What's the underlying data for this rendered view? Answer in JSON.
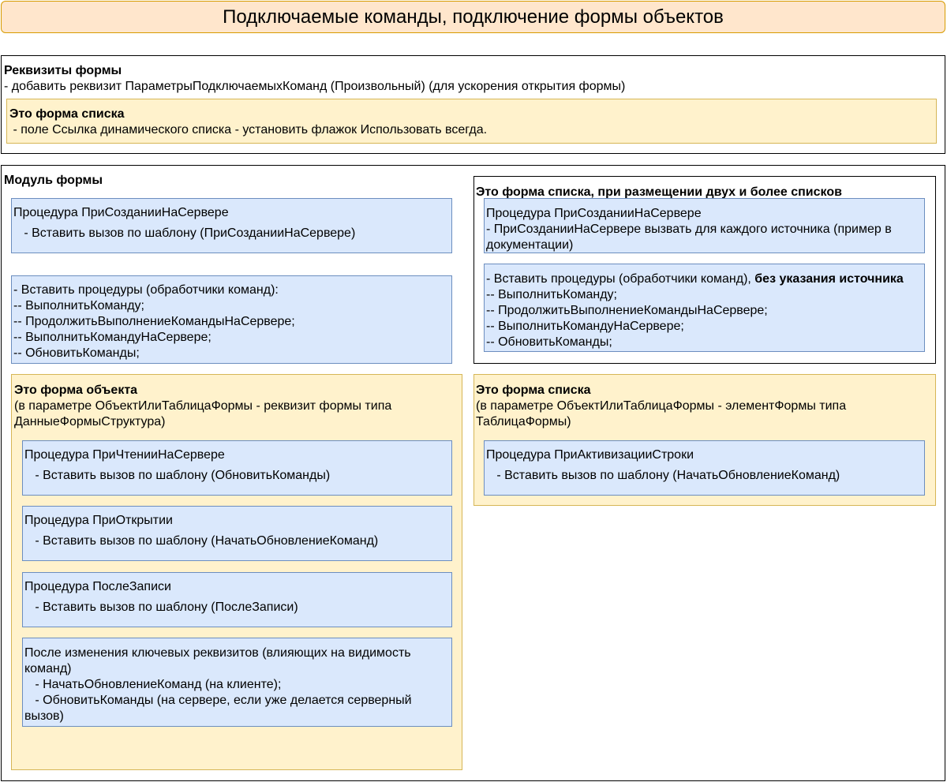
{
  "title": "Подключаемые команды, подключение формы объектов",
  "form_attributes": {
    "header": "Реквизиты формы",
    "line": "- добавить реквизит ПараметрыПодключаемыхКоманд (Произвольный) (для ускорения открытия формы)",
    "list_form": {
      "header": "Это форма списка",
      "line": " - поле Ссылка динамического списка - установить флажок Использовать всегда."
    }
  },
  "form_module": {
    "header": "Модуль формы",
    "on_create": {
      "line1": "Процедура ПриСозданииНаСервере",
      "line2": "   - Вставить вызов по шаблону (ПриСозданииНаСервере)"
    },
    "handlers": {
      "lines": [
        "- Вставить процедуры (обработчики команд):",
        "-- ВыполнитьКоманду;",
        "-- ПродолжитьВыполнениеКомандыНаСервере;",
        "-- ВыполнитьКомандуНаСервере;",
        "-- ОбновитьКоманды;"
      ]
    },
    "object_form": {
      "header": "Это форма объекта",
      "subtitle": "(в параметре ОбъектИлиТаблицаФормы - реквизит формы типа ДанныеФормыСтруктура)",
      "read": {
        "line1": "Процедура ПриЧтенииНаСервере",
        "line2": "   - Вставить вызов по шаблону (ОбновитьКоманды)"
      },
      "open": {
        "line1": "Процедура ПриОткрытии",
        "line2": "   - Вставить вызов по шаблону (НачатьОбновлениеКоманд)"
      },
      "after_write": {
        "line1": "Процедура ПослеЗаписи",
        "line2": "   - Вставить вызов по шаблону (ПослеЗаписи)"
      },
      "after_change": {
        "line1": "После изменения ключевых реквизитов (влияющих на видимость команд)",
        "line2": "   - НачатьОбновлениеКоманд (на клиенте);",
        "line3": "   - ОбновитьКоманды (на сервере, если уже делается серверный вызов)"
      }
    },
    "multi_list": {
      "header": "Это форма списка, при размещении двух и более списков",
      "on_create": {
        "line1": "Процедура ПриСозданииНаСервере",
        "line2": "- ПриСозданииНаСервере вызвать для каждого источника (пример в документации)"
      },
      "handlers": {
        "line1_prefix": "- Вставить процедуры (обработчики команд), ",
        "line1_bold": "без указания источника",
        "lines": [
          "-- ВыполнитьКоманду;",
          "-- ПродолжитьВыполнениеКомандыНаСервере;",
          "-- ВыполнитьКомандуНаСервере;",
          "-- ОбновитьКоманды;"
        ]
      }
    },
    "list_form": {
      "header": "Это форма списка",
      "subtitle": "(в параметре ОбъектИлиТаблицаФормы - элементФормы типа ТаблицаФормы)",
      "activate": {
        "line1": "Процедура ПриАктивизацииСтроки",
        "line2": "   - Вставить вызов по шаблону (НачатьОбновлениеКоманд)"
      }
    }
  },
  "colors": {
    "title_fill": "#ffe6cc",
    "title_stroke": "#d79b00",
    "yellow_fill": "#fff2cc",
    "yellow_stroke": "#d6b656",
    "blue_fill": "#dae8fc",
    "blue_stroke": "#6c8ebf"
  }
}
